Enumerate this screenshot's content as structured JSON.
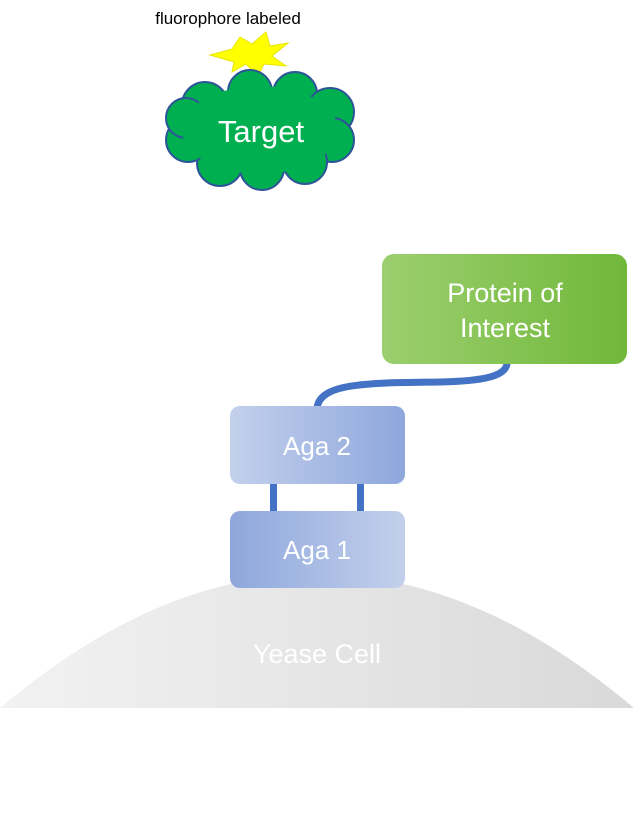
{
  "fluorophore": {
    "label": "fluorophore labeled",
    "color": "#ffff00"
  },
  "target": {
    "label": "Target",
    "fill": "#00b050",
    "outline": "#2e5597"
  },
  "protein": {
    "line1": "Protein of",
    "line2": "Interest",
    "color": "#7cc043"
  },
  "aga2": {
    "label": "Aga 2"
  },
  "aga1": {
    "label": "Aga 1"
  },
  "linker": {
    "color": "#4472c4"
  },
  "cell": {
    "label": "Yease Cell"
  }
}
